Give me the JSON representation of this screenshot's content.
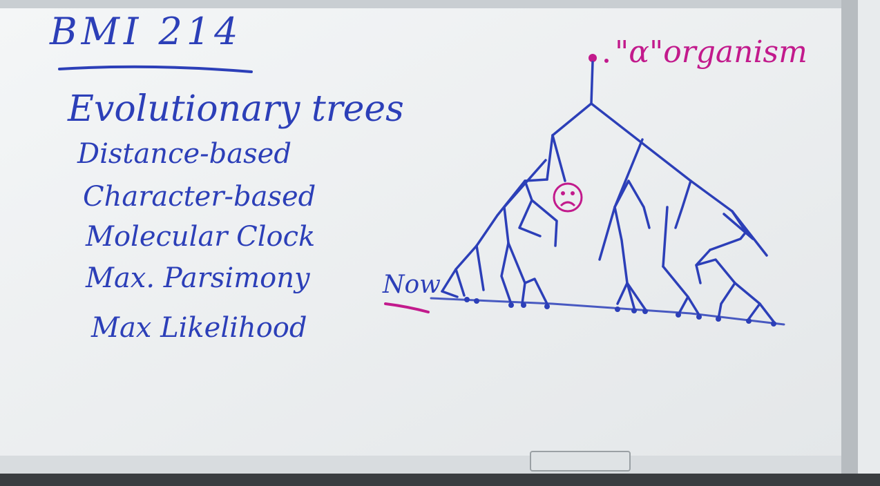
{
  "whiteboard": {
    "title": "BMI 214",
    "topic": "Evolutionary trees",
    "subtopics": [
      "Distance-based",
      "Character-based",
      "Molecular Clock",
      "Max. Parsimony",
      "Max Likelihood"
    ],
    "tree": {
      "root_label": "\"α\"organism",
      "time_label": "Now"
    }
  },
  "colors": {
    "marker_blue": "#2c3fb8",
    "marker_magenta": "#c21a8c",
    "board": "#f1f3f4",
    "frame": "#cfd3d6"
  }
}
